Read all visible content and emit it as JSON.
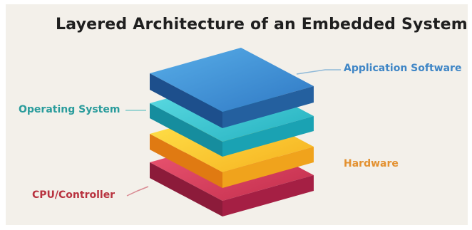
{
  "diagram": {
    "title": "Layered Architecture of an Embedded System",
    "layers": [
      {
        "id": "application-software",
        "label": "Application Software",
        "color": "#2f78c4"
      },
      {
        "id": "operating-system",
        "label": "Operating System",
        "color": "#2bb5c4"
      },
      {
        "id": "hardware",
        "label": "Hardware",
        "color": "#f4a320"
      },
      {
        "id": "cpu-controller",
        "label": "CPU/Controller",
        "color": "#c6324f"
      }
    ],
    "colors": {
      "background": "#f3f0ea",
      "title": "#1f1f1f",
      "connector": "#8fb9d8"
    }
  }
}
